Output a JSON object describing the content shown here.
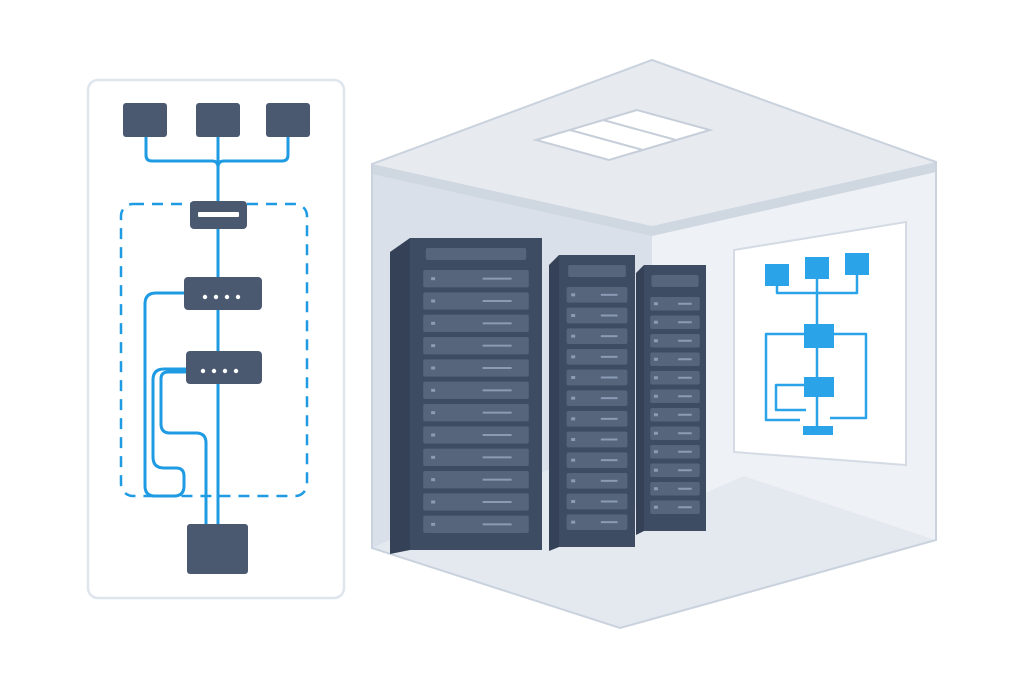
{
  "colors": {
    "background": "#ffffff",
    "panel_border": "#dfe5ed",
    "device_fill": "#4a5870",
    "device_dots": "#ffffff",
    "network_line": "#1f9be3",
    "room_floor": "#e4e9f0",
    "room_left_wall": "#d7dee7",
    "room_back_wall": "#eef1f5",
    "room_ceiling": "#e9edf2",
    "light_panel": "#ffffff",
    "rack_body": "#3e4c63",
    "rack_side": "#344157",
    "rack_slot": "#56647c",
    "rack_led": "#8b9bb4",
    "whiteboard": "#ffffff",
    "whiteboard_node": "#2ba3e8"
  },
  "diagram_panel": {
    "top_nodes": [
      "device-icon",
      "device-icon",
      "device-icon"
    ],
    "inner_nodes": [
      "switch-icon",
      "switch-icon",
      "switch-icon"
    ],
    "bottom_node": "device-icon",
    "boundary_style": "dashed"
  },
  "server_room": {
    "rack_count": 3,
    "units_per_rack": 12,
    "ceiling_light_panels": 3
  },
  "whiteboard": {
    "top_nodes": 3,
    "inner_nodes": 2
  }
}
